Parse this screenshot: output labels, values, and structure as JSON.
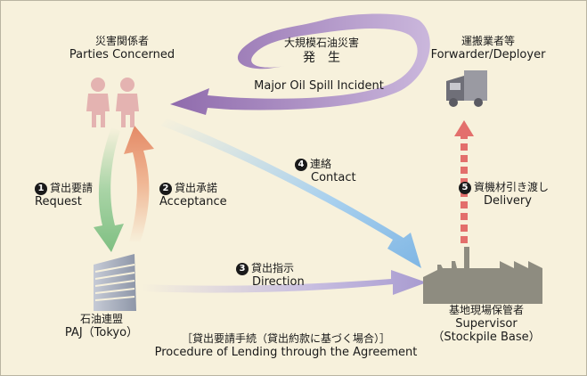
{
  "diagram": {
    "parties": {
      "jp": "災害関係者",
      "en": "Parties Concerned"
    },
    "forwarder": {
      "jp": "運搬業者等",
      "en": "Forwarder/Deployer"
    },
    "incident": {
      "jp": "大規模石油災害",
      "jp2": "発　生",
      "en": "Major Oil Spill Incident"
    },
    "pajname": {
      "jp": "石油連盟",
      "en": "PAJ（Tokyo）"
    },
    "supervisor": {
      "jp": "基地現場保管者",
      "en": "Supervisor",
      "en2": "（Stockpile Base）"
    },
    "step1": {
      "num": "1",
      "jp": "貸出要請",
      "en": "Request"
    },
    "step2": {
      "num": "2",
      "jp": "貸出承諾",
      "en": "Acceptance"
    },
    "step3": {
      "num": "3",
      "jp": "貸出指示",
      "en": "Direction"
    },
    "step4": {
      "num": "4",
      "jp": "連絡",
      "en": "Contact"
    },
    "step5": {
      "num": "5",
      "jp": "資機材引き渡し",
      "en": "Delivery"
    },
    "procedure": {
      "jp": "［貸出要請手続（貸出約款に基づく場合）］",
      "en": "Procedure of Lending through the Agreement"
    },
    "colors": {
      "person": "#e6b6b4",
      "truck": "#7c7c84",
      "building": "#a5adbc",
      "factory": "#8e8c80",
      "request": "#8dc58d",
      "acceptance": "#e89a76",
      "direction": "#b6a8d0",
      "contact": "#8fc1e6",
      "delivery": "#e36f6c",
      "incident": "#8f6aae"
    }
  }
}
